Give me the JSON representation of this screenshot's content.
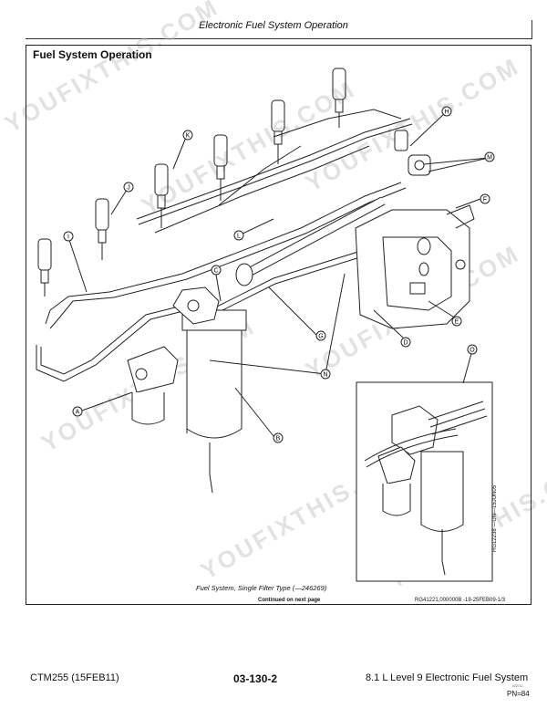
{
  "header": {
    "title": "Electronic Fuel System Operation"
  },
  "section": {
    "title": "Fuel System Operation"
  },
  "figure": {
    "caption": "Fuel System, Single Filter Type (—246269)",
    "continued": "Continued on next page",
    "ref_code": "RG41221,000000B -19-25FEB09-1/3",
    "vertical_code": "RG12238 —UN—15JUN05",
    "callouts": [
      "A",
      "B",
      "C",
      "D",
      "E",
      "F",
      "G",
      "H",
      "I",
      "J",
      "K",
      "L",
      "M",
      "N",
      "O"
    ]
  },
  "watermark": {
    "text": "YOUFIXTHIS.COM"
  },
  "footer": {
    "manual": "CTM255 (15FEB11)",
    "page": "03-130-2",
    "title": "8.1 L Level 9 Electronic Fuel System",
    "small": "022711",
    "pn": "PN=84"
  },
  "colors": {
    "line": "#222222",
    "watermark": "#bebebe"
  }
}
